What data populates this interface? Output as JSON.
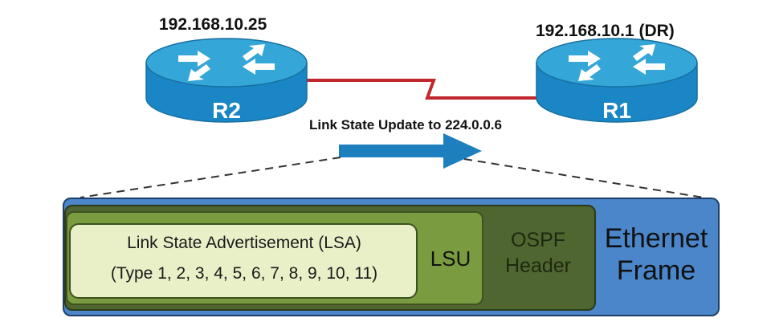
{
  "routers": {
    "r2": {
      "name": "R2",
      "ip": "192.168.10.25"
    },
    "r1": {
      "name": "R1",
      "ip": "192.168.10.1 (DR)"
    }
  },
  "update_label": "Link State Update to 224.0.0.6",
  "packet": {
    "ethernet": {
      "line1": "Ethernet",
      "line2": "Frame"
    },
    "ospf_header": {
      "line1": "OSPF",
      "line2": "Header"
    },
    "lsu": {
      "label": "LSU"
    },
    "lsa": {
      "line1": "Link State Advertisement (LSA)",
      "line2": "(Type 1, 2, 3, 4, 5, 6, 7, 8, 9, 10, 11)"
    }
  },
  "colors": {
    "router_top": "#35a6d8",
    "router_body": "#1b86c6",
    "link": "#c0282d",
    "arrow": "#1e7fbf",
    "ethernet": "#4a86c9",
    "ospf_header": "#4f6630",
    "lsu": "#7a9b3f",
    "lsa": "#e9f0c7"
  }
}
